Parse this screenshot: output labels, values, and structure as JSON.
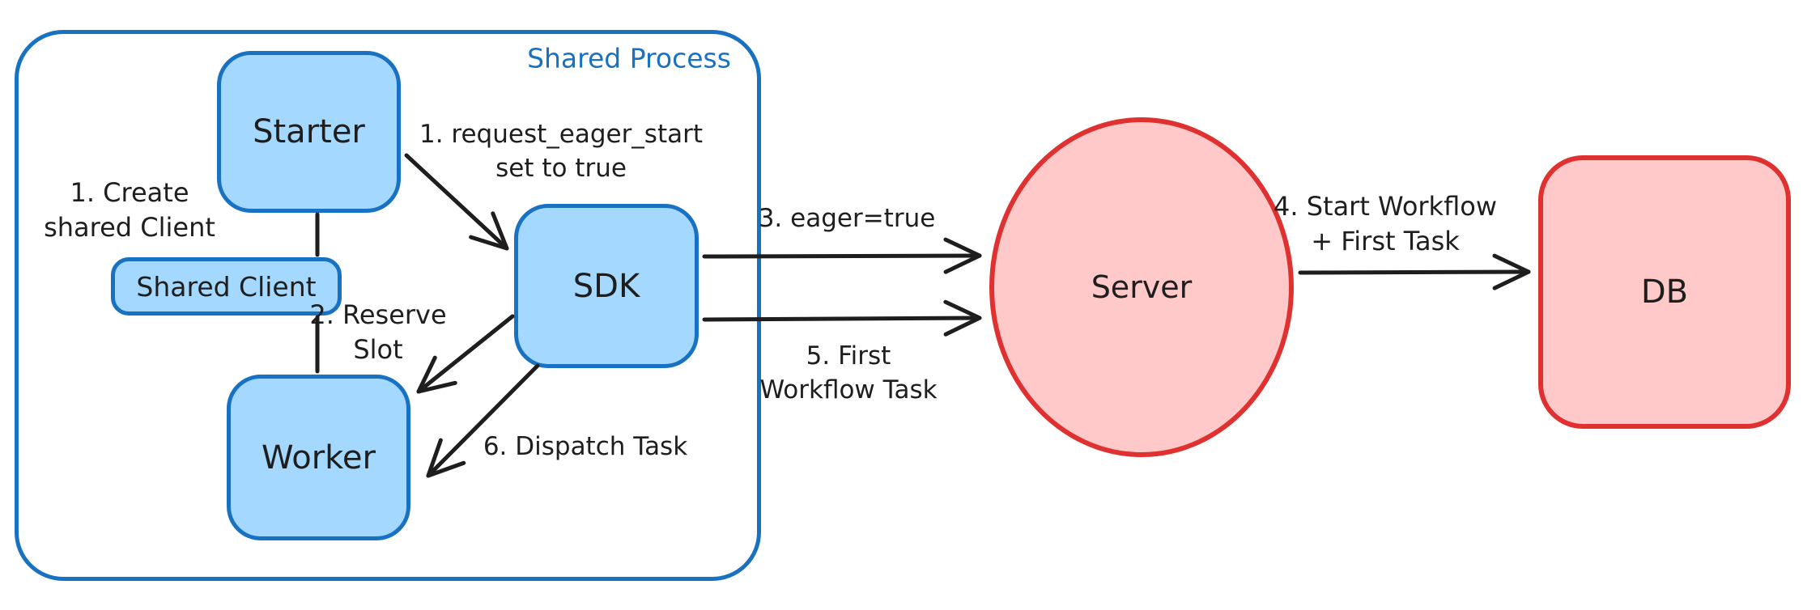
{
  "container": {
    "label": "Shared Process"
  },
  "nodes": {
    "starter": {
      "label": "Starter"
    },
    "shared_client": {
      "label": "Shared Client"
    },
    "worker": {
      "label": "Worker"
    },
    "sdk": {
      "label": "SDK"
    },
    "server": {
      "label": "Server"
    },
    "db": {
      "label": "DB"
    }
  },
  "annotations": {
    "create_shared_client": {
      "line1": "1. Create",
      "line2": "shared Client"
    },
    "request_eager_start": {
      "line1": "1. request_eager_start",
      "line2": "set to true"
    },
    "reserve_slot": {
      "line1": "2. Reserve",
      "line2": "Slot"
    },
    "eager_true": {
      "text": "3. eager=true"
    },
    "start_workflow_db": {
      "line1": "4. Start Workflow",
      "line2": "+ First Task"
    },
    "first_workflow_task": {
      "line1": "5. First",
      "line2": "Workflow Task"
    },
    "dispatch_task": {
      "text": "6. Dispatch Task"
    }
  },
  "colors": {
    "blue_stroke": "#1971c2",
    "blue_fill": "#a5d8ff",
    "red_stroke": "#e03131",
    "red_fill": "#ffc9c9",
    "arrow": "#1e1e1e",
    "text": "#1e1e1e",
    "background": "#ffffff"
  }
}
